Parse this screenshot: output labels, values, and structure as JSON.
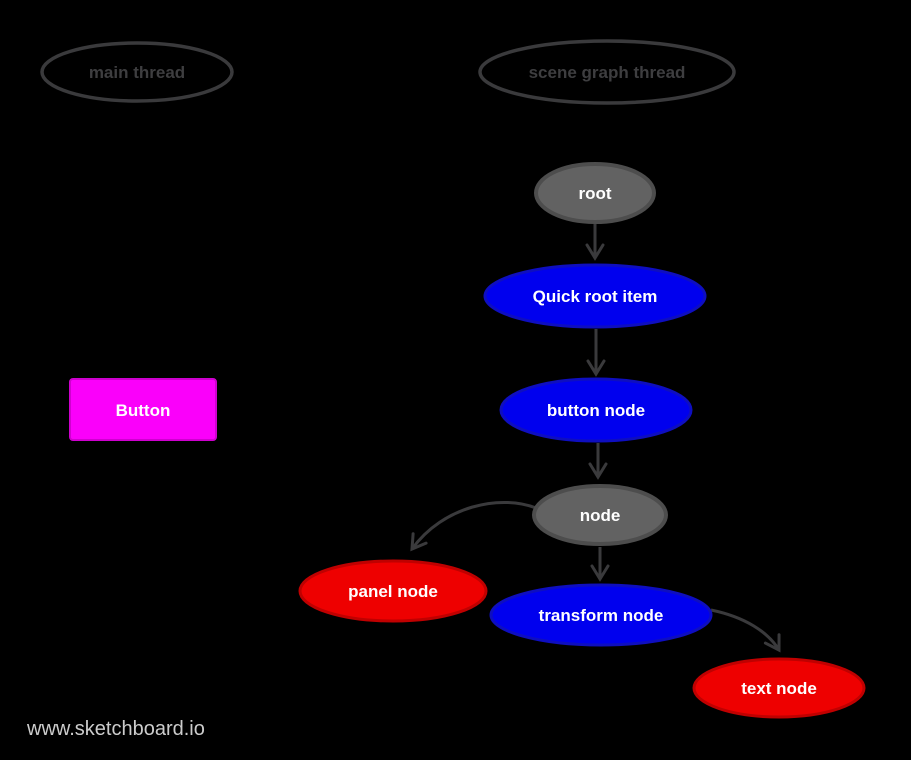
{
  "app": {
    "kind": "sketch diagram",
    "watermark": "www.sketchboard.io"
  },
  "colors": {
    "background": "#000000",
    "edge": "#3a3a3c",
    "outline_stroke": "#3a3a3c",
    "outline_text": "#3e3e40",
    "node_text": "#ffffff",
    "gray_fill": "#626262",
    "gray_stroke": "#4d4d4d",
    "blue_fill": "#0000ee",
    "blue_stroke": "#0e0ec0",
    "red_fill": "#ee0000",
    "red_stroke": "#c00000",
    "magenta_fill": "#fa00fa",
    "magenta_stroke": "#cf00cf",
    "watermark_text": "#cccccc"
  },
  "lanes": [
    {
      "id": "main-thread",
      "label": "main thread"
    },
    {
      "id": "scene-graph-thread",
      "label": "scene graph thread"
    }
  ],
  "button": {
    "label": "Button",
    "color": "magenta"
  },
  "nodes": [
    {
      "id": "root",
      "label": "root",
      "color": "gray"
    },
    {
      "id": "quick-root-item",
      "label": "Quick root item",
      "color": "blue"
    },
    {
      "id": "button-node",
      "label": "button node",
      "color": "blue"
    },
    {
      "id": "node",
      "label": "node",
      "color": "gray"
    },
    {
      "id": "panel-node",
      "label": "panel node",
      "color": "red"
    },
    {
      "id": "transform-node",
      "label": "transform node",
      "color": "blue"
    },
    {
      "id": "text-node",
      "label": "text node",
      "color": "red"
    }
  ],
  "edges": [
    {
      "from": "root",
      "to": "Quick root item"
    },
    {
      "from": "Quick root item",
      "to": "button node"
    },
    {
      "from": "button node",
      "to": "node"
    },
    {
      "from": "node",
      "to": "panel node"
    },
    {
      "from": "node",
      "to": "transform node"
    },
    {
      "from": "transform node",
      "to": "text node"
    }
  ]
}
